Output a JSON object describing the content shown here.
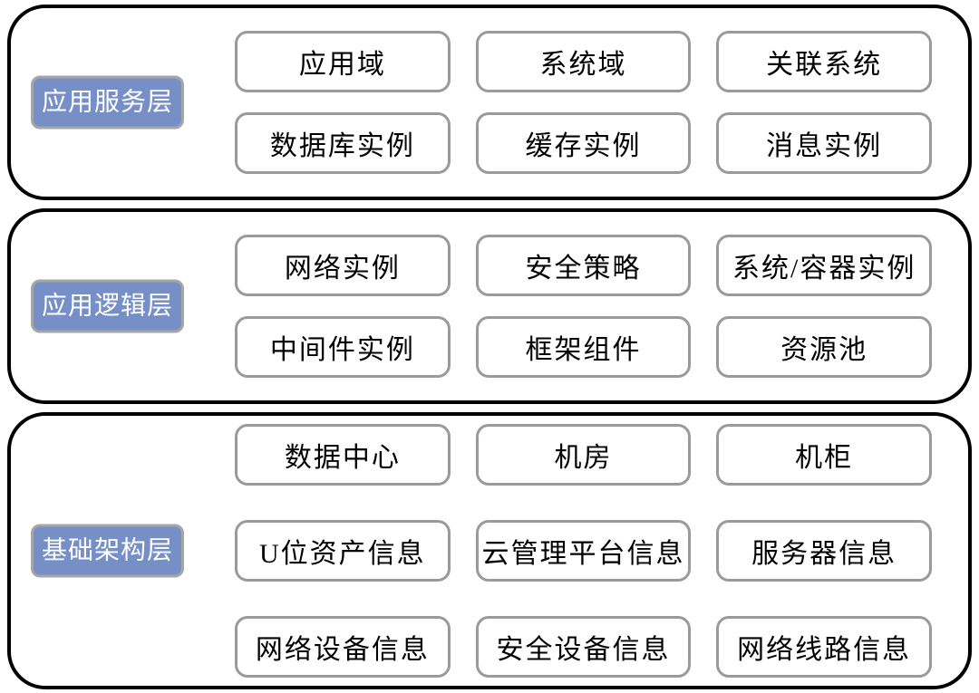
{
  "diagram_title": "",
  "colors": {
    "label_fill": "#7690C7",
    "label_border": "#A6A6A6",
    "label_text": "#FFFFFF",
    "box_border": "#9A9A9A",
    "box_text": "#000000",
    "outer_border": "#000000",
    "background": "#FFFFFF"
  },
  "layers": [
    {
      "label": "应用服务层",
      "boxes": [
        "应用域",
        "系统域",
        "关联系统",
        "数据库实例",
        "缓存实例",
        "消息实例"
      ]
    },
    {
      "label": "应用逻辑层",
      "boxes": [
        "网络实例",
        "安全策略",
        "系统/容器实例",
        "中间件实例",
        "框架组件",
        "资源池"
      ]
    },
    {
      "label": "基础架构层",
      "boxes": [
        "数据中心",
        "机房",
        "机柜",
        "U位资产信息",
        "云管理平台信息",
        "服务器信息",
        "网络设备信息",
        "安全设备信息",
        "网络线路信息"
      ]
    }
  ]
}
